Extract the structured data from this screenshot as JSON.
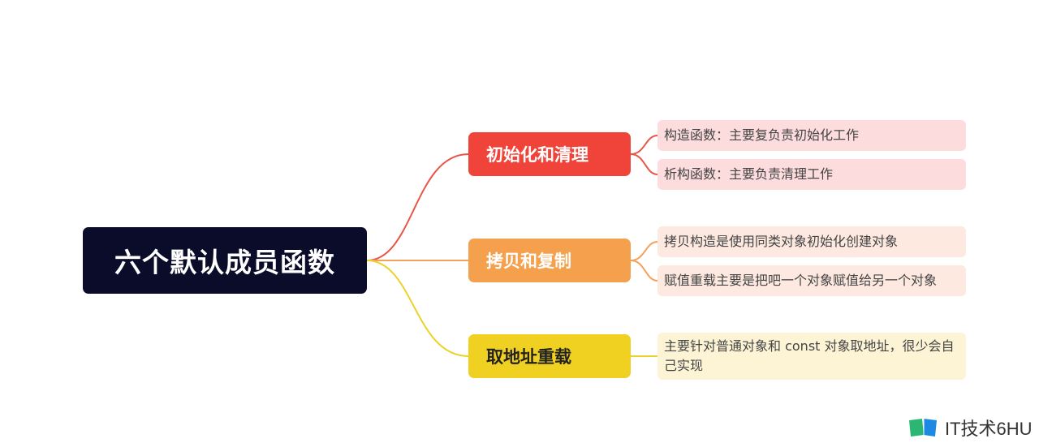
{
  "root": {
    "label": "六个默认成员函数",
    "color": "#0b0c2a"
  },
  "branches": [
    {
      "label": "初始化和清理",
      "color": "#f0443a",
      "leaves": [
        "构造函数：主要复负责初始化工作",
        "析构函数：主要负责清理工作"
      ]
    },
    {
      "label": "拷贝和复制",
      "color": "#f4a04c",
      "leaves": [
        "拷贝构造是使用同类对象初始化创建对象",
        "赋值重载主要是把吧一个对象赋值给另一个对象"
      ]
    },
    {
      "label": "取地址重载",
      "color": "#f0d020",
      "leaves": [
        "主要针对普通对象和 const 对象取地址，很少会自己实现"
      ]
    }
  ],
  "watermark": {
    "text": "IT技术6HU",
    "logo": "book-logo-icon"
  }
}
